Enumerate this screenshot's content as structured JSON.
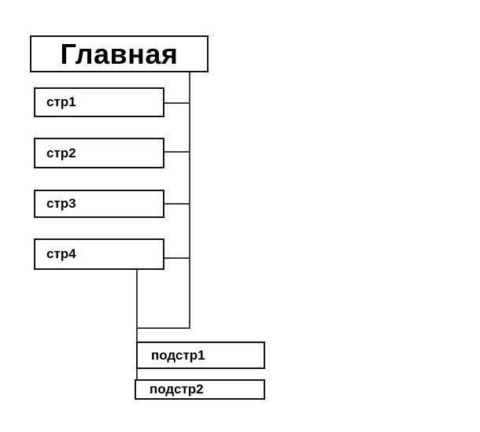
{
  "diagram": {
    "type": "site-structure-tree",
    "root": {
      "label": "Главная"
    },
    "pages": [
      {
        "label": "стр1"
      },
      {
        "label": "стр2"
      },
      {
        "label": "стр3"
      },
      {
        "label": "стр4"
      }
    ],
    "subpages": [
      {
        "label": "подстр1"
      },
      {
        "label": "подстр2"
      }
    ],
    "colors": {
      "background": "#ffffff",
      "box_fill": "#ffffff",
      "box_border": "#141414",
      "connector": "#3f3f3f",
      "text": "#000000"
    }
  }
}
